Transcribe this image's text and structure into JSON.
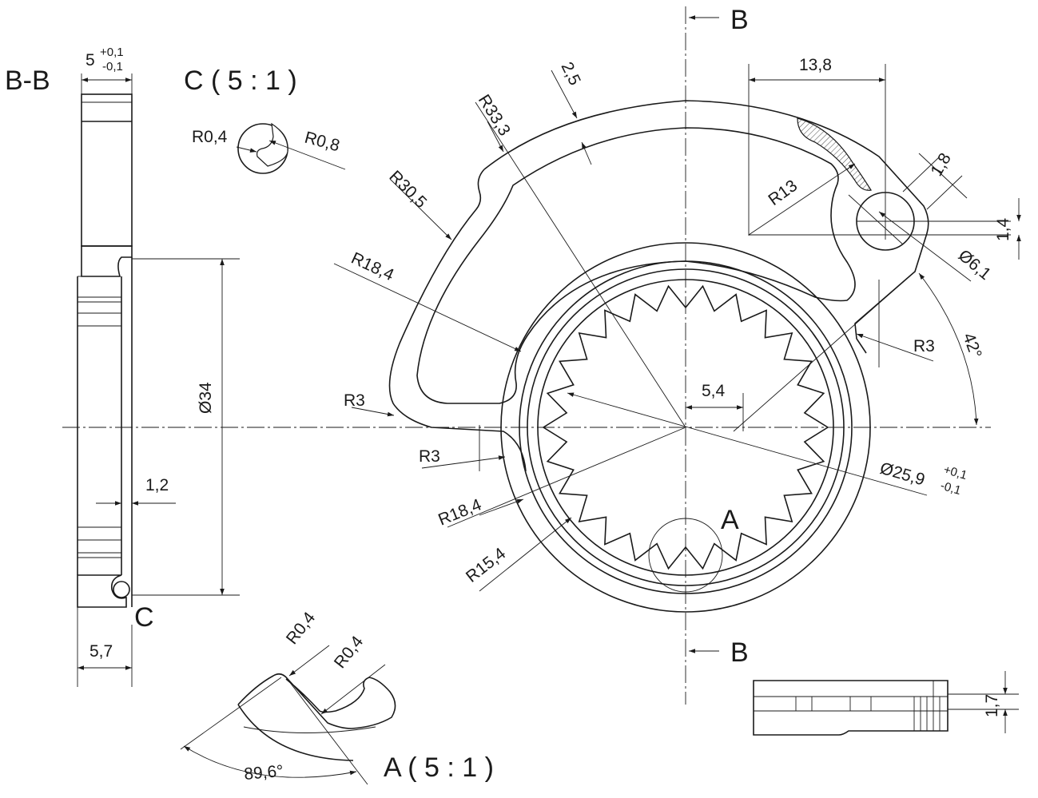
{
  "views": {
    "section_bb": "B-B",
    "detail_c": "C ( 5 : 1 )",
    "detail_a": "A ( 5 : 1 )",
    "mark_a": "A",
    "mark_b_top": "B",
    "mark_b_bottom": "B",
    "mark_c": "C"
  },
  "dimensions": {
    "width_top": "5",
    "width_tol_plus": "+0,1",
    "width_tol_minus": "-0,1",
    "dia_34": "Ø34",
    "step_1_2": "1,2",
    "width_5_7": "5,7",
    "c_r04": "R0,4",
    "c_r08": "R0,8",
    "r33_3": "R33,3",
    "t_2_5": "2,5",
    "r30_5": "R30,5",
    "r18_4_top": "R18,4",
    "r3_left": "R3",
    "r3_lower": "R3",
    "r18_4_bottom": "R18,4",
    "r15_4": "R15,4",
    "w_13_8": "13,8",
    "r13": "R13",
    "d_1_8": "1,8",
    "d_1_4": "1,4",
    "dia_6_1": "Ø6,1",
    "r3_right": "R3",
    "angle_42": "42°",
    "off_5_4": "5,4",
    "dia_25_9": "Ø25,9",
    "dia_tol_plus": "+0,1",
    "dia_tol_minus": "-0,1",
    "a_r04_1": "R0,4",
    "a_r04_2": "R0,4",
    "angle_89_6": "89,6°",
    "h_1_7": "1,7"
  }
}
